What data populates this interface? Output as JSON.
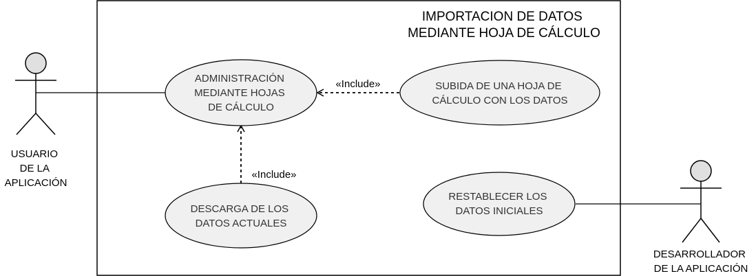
{
  "boundary": {
    "title_lines": [
      "IMPORTACION DE DATOS",
      "MEDIANTE HOJA DE CÁLCULO"
    ]
  },
  "actors": {
    "user": {
      "label_lines": [
        "USUARIO",
        "DE LA",
        "APLICACIÓN"
      ]
    },
    "developer": {
      "label_lines": [
        "DESARROLLADOR",
        "DE LA APLICACIÓN"
      ]
    }
  },
  "use_cases": {
    "admin": {
      "lines": [
        "ADMINISTRACIÓN",
        "MEDIANTE HOJAS",
        "DE CÁLCULO"
      ]
    },
    "upload": {
      "lines": [
        "SUBIDA DE UNA HOJA DE",
        "CÁLCULO CON LOS DATOS"
      ]
    },
    "download": {
      "lines": [
        "DESCARGA DE LOS",
        "DATOS ACTUALES"
      ]
    },
    "reset": {
      "lines": [
        "RESTABLECER LOS",
        "DATOS INICIALES"
      ]
    }
  },
  "relations": {
    "upload_to_admin": "«Include»",
    "download_to_admin": "«Include»"
  },
  "colors": {
    "use_case_fill": "#f0f0f0",
    "actor_head_fill": "#e0e0e0",
    "stroke": "#000000"
  }
}
